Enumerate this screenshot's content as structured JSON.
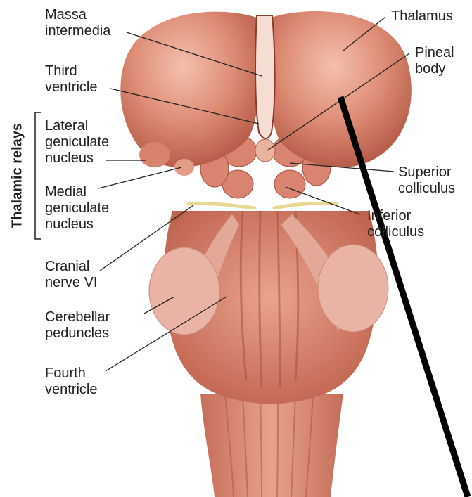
{
  "labels": {
    "massa_intermedia": [
      "Massa",
      "intermedia"
    ],
    "third_ventricle": [
      "Third",
      "ventricle"
    ],
    "lateral_geniculate": [
      "Lateral",
      "geniculate",
      "nucleus"
    ],
    "medial_geniculate": [
      "Medial",
      "geniculate",
      "nucleus"
    ],
    "cranial_nerve_vi": [
      "Cranial",
      "nerve VI"
    ],
    "cerebellar_peduncles": [
      "Cerebellar",
      "peduncles"
    ],
    "fourth_ventricle": [
      "Fourth",
      "ventricle"
    ],
    "thalamus": [
      "Thalamus"
    ],
    "pineal_body": [
      "Pineal",
      "body"
    ],
    "superior_colliculus": [
      "Superior",
      "colliculus"
    ],
    "inferior_colliculus": [
      "Inferior",
      "colliculus"
    ]
  },
  "group_label": "Thalamic relays",
  "colors": {
    "tissue_light": "#e8a08a",
    "tissue_mid": "#d9826c",
    "tissue_dark": "#b85a48",
    "peduncle": "#e9b4a6",
    "nerve": "#e8d890",
    "leader_line": "#222222",
    "overlay_stroke": "#000000"
  }
}
